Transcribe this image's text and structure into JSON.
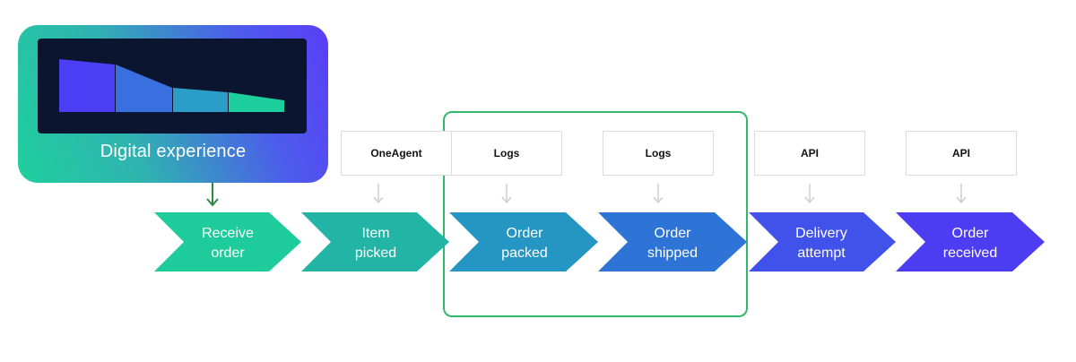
{
  "digital_experience": {
    "title": "Digital experience",
    "chart_colors": [
      "#4a3ff5",
      "#3a6fe0",
      "#2a9dc8",
      "#1dcf9c"
    ]
  },
  "sources": [
    {
      "label": "OneAgent"
    },
    {
      "label": "Logs"
    },
    {
      "label": "Logs"
    },
    {
      "label": "API"
    },
    {
      "label": "API"
    }
  ],
  "steps": [
    {
      "line1": "Receive",
      "line2": "order",
      "color": "#1ecb9a"
    },
    {
      "line1": "Item",
      "line2": "picked",
      "color": "#22b5a6"
    },
    {
      "line1": "Order",
      "line2": "packed",
      "color": "#2596c4"
    },
    {
      "line1": "Order",
      "line2": "shipped",
      "color": "#2d74d6"
    },
    {
      "line1": "Delivery",
      "line2": "attempt",
      "color": "#4152ea"
    },
    {
      "line1": "Order",
      "line2": "received",
      "color": "#4c3cf2"
    }
  ],
  "colors": {
    "group_border": "#32b86a",
    "arrow_green": "#2e8a3e",
    "arrow_gray": "#cfcfcf"
  }
}
